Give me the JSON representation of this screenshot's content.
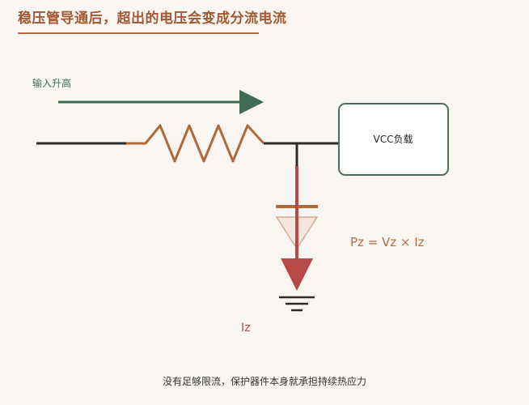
{
  "title": "稳压管导通后，超出的电压会变成分流电流",
  "labels": {
    "input_rise": "输入升高",
    "load": "VCC负载",
    "power": "Pz = Vz × Iz",
    "current": "Iz"
  },
  "footer": "没有足够限流，保护器件本身就承担持续热应力",
  "colors": {
    "accent": "#a35834",
    "wire": "#2b2b2b",
    "resistor": "#b06a3a",
    "arrow_green": "#3f6b52",
    "current_red": "#b74a48",
    "load_border": "#4d6d5a"
  },
  "icons": {
    "resistor": "resistor-symbol-icon",
    "zener": "zener-diode-icon",
    "ground": "ground-icon"
  }
}
